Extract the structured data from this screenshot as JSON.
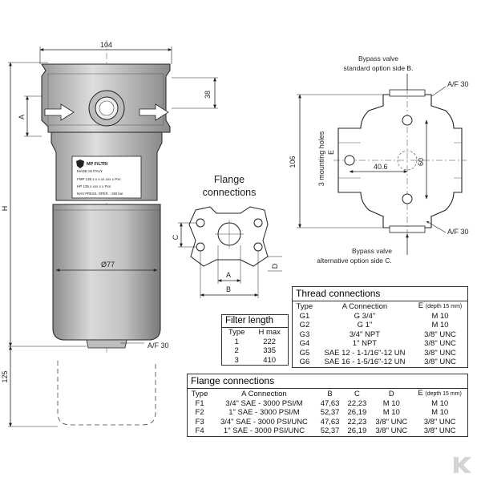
{
  "labels": {
    "width_top": "104",
    "dim_38": "38",
    "dim_a": "A",
    "dim_h": "H",
    "dim_125": "125",
    "dia_77": "Ø77",
    "af30_bottom": "A/F 30",
    "bypass_b": "Bypass valve",
    "bypass_b2": "standard option side B.",
    "af30_top": "A/F 30",
    "af30_right": "A/F 30",
    "bypass_c": "Bypass valve",
    "bypass_c2": "alternative option side C.",
    "dim_106": "106",
    "dim_e": "E",
    "mounting": "3 mounting holes",
    "dim_406": "40.6",
    "dim_60": "60",
    "flange_title1": "Flange",
    "flange_title2": "connections",
    "fl_c": "C",
    "fl_d": "D",
    "fl_a": "A",
    "fl_b": "B"
  },
  "nameplate": {
    "brand": "MP FILTRI",
    "made": "MADE IN ITALY",
    "code1": "FMP 135 x x x xx xxx x Pxx",
    "code2": "HP 135 x xxx x x Pxx",
    "maxpress": "MAX PRESS. OPER. : 250 bar"
  },
  "filter_length": {
    "title": "Filter length",
    "headers": [
      "Type",
      "H max"
    ],
    "rows": [
      [
        "1",
        "222"
      ],
      [
        "2",
        "335"
      ],
      [
        "3",
        "410"
      ]
    ]
  },
  "thread_connections": {
    "title": "Thread connections",
    "headers": [
      "Type",
      "A  Connection",
      "E"
    ],
    "e_note": "(depth 15 mm)",
    "rows": [
      [
        "G1",
        "G 3/4\"",
        "M 10"
      ],
      [
        "G2",
        "G 1\"",
        "M 10"
      ],
      [
        "G3",
        "3/4\" NPT",
        "3/8\" UNC"
      ],
      [
        "G4",
        "1\" NPT",
        "3/8\" UNC"
      ],
      [
        "G5",
        "SAE 12 - 1-1/16\"-12 UN",
        "3/8\" UNC"
      ],
      [
        "G6",
        "SAE 16 - 1-5/16\"-12 UN",
        "3/8\" UNC"
      ]
    ]
  },
  "flange_connections": {
    "title": "Flange connections",
    "headers": [
      "Type",
      "A  Connection",
      "B",
      "C",
      "D",
      "E"
    ],
    "e_note": "(depth 15 mm)",
    "rows": [
      [
        "F1",
        "3/4\" SAE - 3000 PSI/M",
        "47,63",
        "22,23",
        "M 10",
        "M 10"
      ],
      [
        "F2",
        "1\" SAE - 3000 PSI/M",
        "52,37",
        "26,19",
        "M 10",
        "M 10"
      ],
      [
        "F3",
        "3/4\" SAE - 3000 PSI/UNC",
        "47,63",
        "22,23",
        "3/8\" UNC",
        "3/8\" UNC"
      ],
      [
        "F4",
        "1\" SAE - 3000 PSI/UNC",
        "52,37",
        "26,19",
        "3/8\" UNC",
        "3/8\" UNC"
      ]
    ]
  },
  "colors": {
    "body": "#c8c8c8",
    "body_dark": "#9a9a9a",
    "line": "#222222"
  }
}
